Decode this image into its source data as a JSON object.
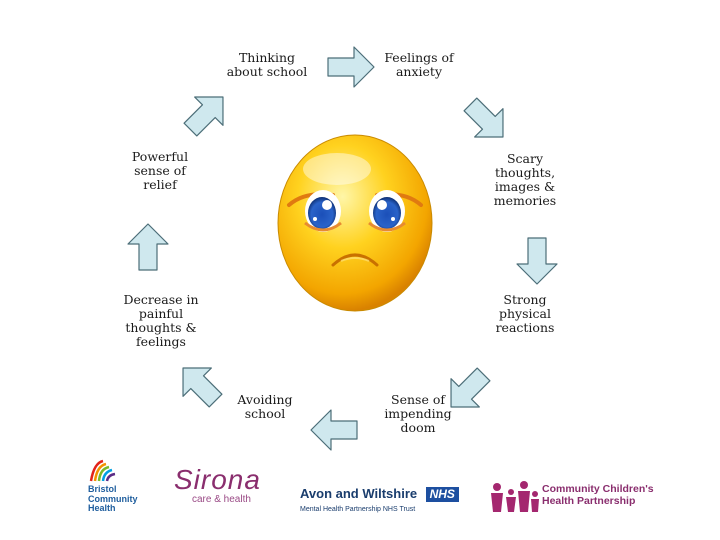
{
  "cycle": {
    "steps": [
      {
        "id": "thinking",
        "text": "Thinking\nabout school"
      },
      {
        "id": "anxiety",
        "text": "Feelings of\nanxiety"
      },
      {
        "id": "scary",
        "text": "Scary\nthoughts,\nimages &\nmemories"
      },
      {
        "id": "physical",
        "text": "Strong\nphysical\nreactions"
      },
      {
        "id": "doom",
        "text": "Sense of\nimpending\ndoom"
      },
      {
        "id": "avoiding",
        "text": "Avoiding\nschool"
      },
      {
        "id": "decrease",
        "text": "Decrease in\npainful\nthoughts &\nfeelings"
      },
      {
        "id": "relief",
        "text": "Powerful\nsense of\nrelief"
      }
    ],
    "arrow_color": "#cfe8ee",
    "arrow_stroke": "#4c6e78"
  },
  "logos": {
    "bristol": {
      "lines": [
        "Bristol",
        "Community",
        "Health"
      ],
      "color": "#1f5e9e"
    },
    "sirona": {
      "name": "Sirona",
      "tagline": "care & health",
      "color": "#8a2e6e"
    },
    "awp": {
      "name": "Avon and Wiltshire",
      "badge": "NHS",
      "subtitle": "Mental Health Partnership NHS Trust",
      "color": "#1a3d6d",
      "badge_color": "#1d4fa0"
    },
    "cchp": {
      "lines": [
        "Community Children's",
        "Health Partnership"
      ],
      "color": "#8a2e6e"
    }
  }
}
